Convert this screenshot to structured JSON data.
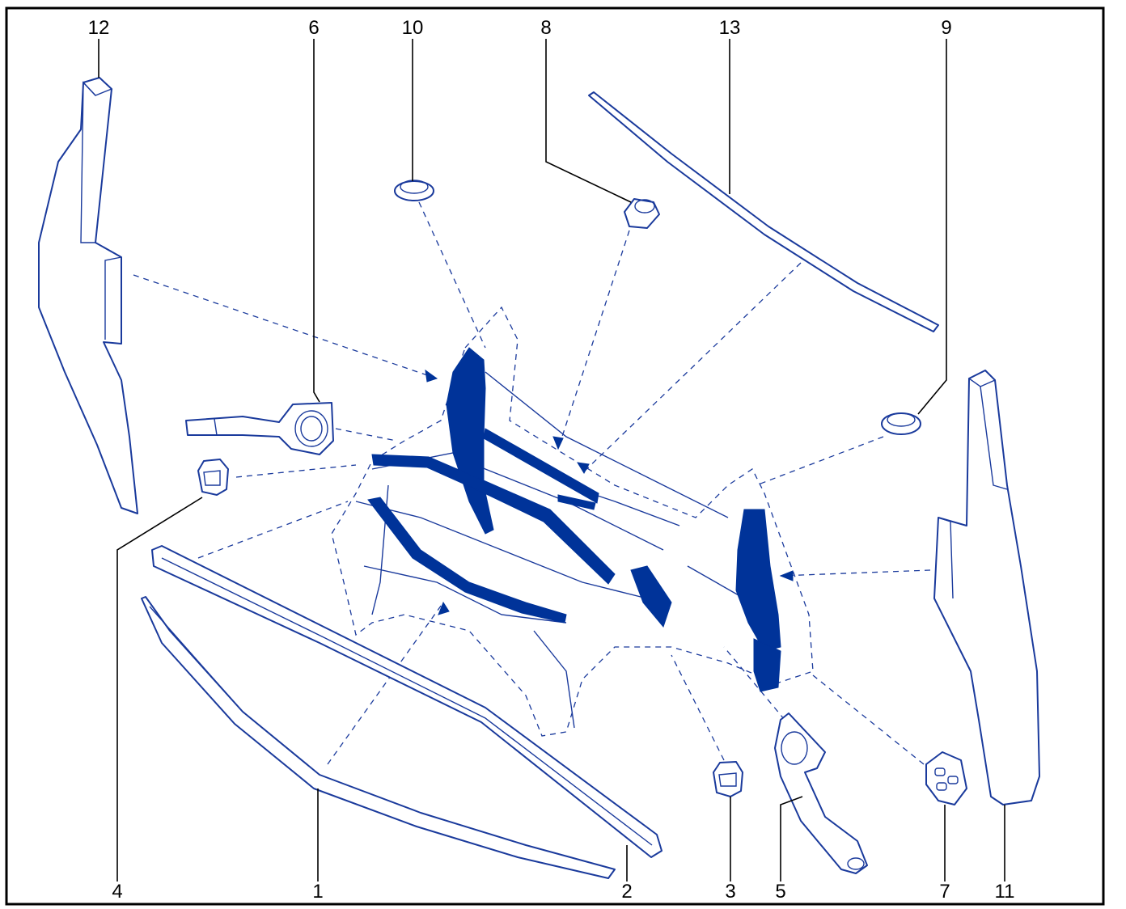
{
  "colors": {
    "ink": "#1a3a9c",
    "fill": "#003399",
    "callout": "#000000",
    "border": "#000000"
  },
  "callouts": {
    "c12": "12",
    "c6": "6",
    "c10": "10",
    "c8": "8",
    "c13": "13",
    "c9": "9",
    "c4": "4",
    "c1": "1",
    "c2": "2",
    "c3": "3",
    "c5": "5",
    "c7": "7",
    "c11": "11"
  }
}
